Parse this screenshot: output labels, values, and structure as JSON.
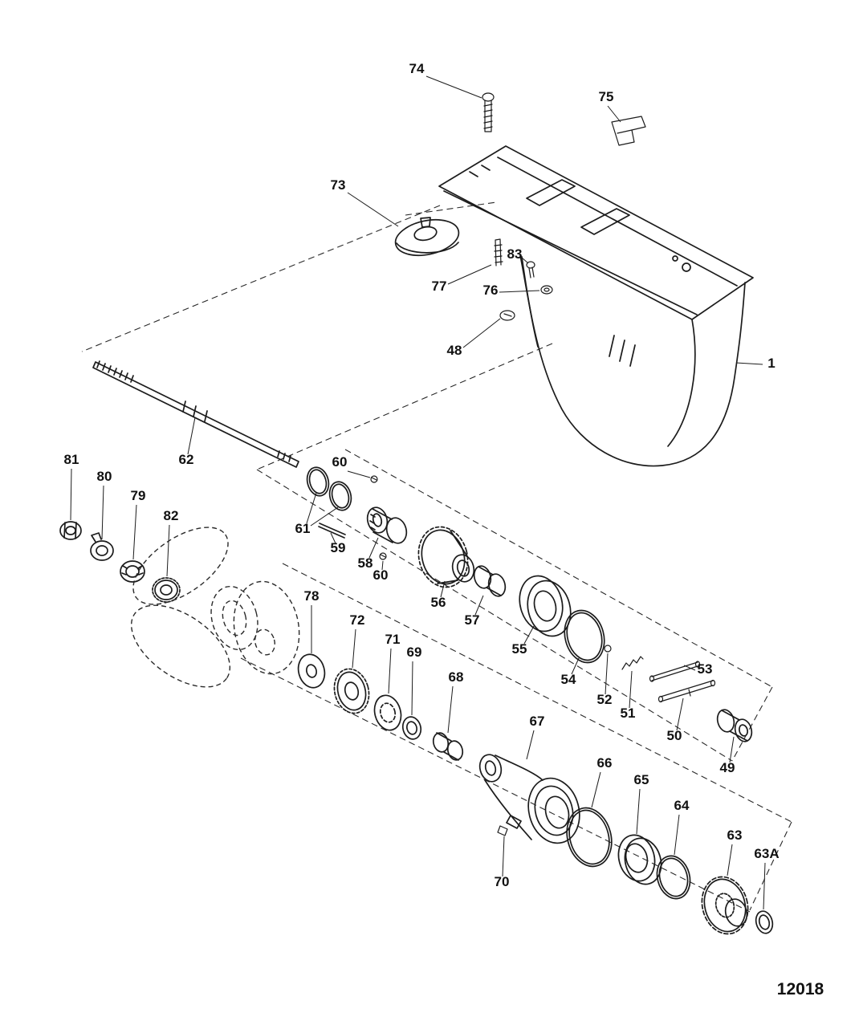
{
  "diagram": {
    "figure_number": "12018",
    "callouts": [
      {
        "label": "74"
      },
      {
        "label": "75"
      },
      {
        "label": "73"
      },
      {
        "label": "83"
      },
      {
        "label": "77"
      },
      {
        "label": "76"
      },
      {
        "label": "48"
      },
      {
        "label": "1"
      },
      {
        "label": "62"
      },
      {
        "label": "60"
      },
      {
        "label": "81"
      },
      {
        "label": "80"
      },
      {
        "label": "79"
      },
      {
        "label": "82"
      },
      {
        "label": "61"
      },
      {
        "label": "59"
      },
      {
        "label": "58"
      },
      {
        "label": "60"
      },
      {
        "label": "56"
      },
      {
        "label": "57"
      },
      {
        "label": "55"
      },
      {
        "label": "54"
      },
      {
        "label": "52"
      },
      {
        "label": "51"
      },
      {
        "label": "53"
      },
      {
        "label": "50"
      },
      {
        "label": "49"
      },
      {
        "label": "78"
      },
      {
        "label": "72"
      },
      {
        "label": "71"
      },
      {
        "label": "69"
      },
      {
        "label": "68"
      },
      {
        "label": "67"
      },
      {
        "label": "66"
      },
      {
        "label": "65"
      },
      {
        "label": "64"
      },
      {
        "label": "63"
      },
      {
        "label": "63A"
      },
      {
        "label": "70"
      }
    ]
  }
}
